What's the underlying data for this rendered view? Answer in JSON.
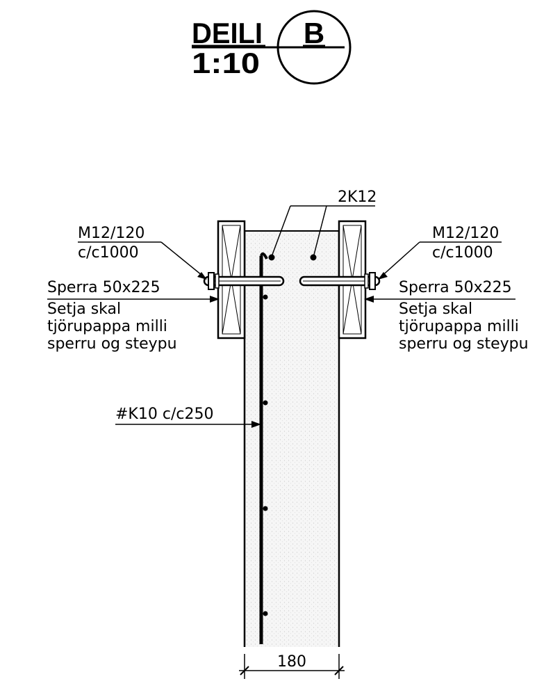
{
  "title": {
    "detail_word": "DEILI",
    "scale": "1:10",
    "detail_letter": "B"
  },
  "labels": {
    "top_rebar": "2K12",
    "bolt_left_line1": "M12/120",
    "bolt_left_line2": "c/c1000",
    "bolt_right_line1": "M12/120",
    "bolt_right_line2": "c/c1000",
    "sperra_left": [
      "Sperra 50x225",
      "Setja skal",
      "tjörupappa milli",
      "sperru og steypu"
    ],
    "sperra_right": [
      "Sperra 50x225",
      "Setja skal",
      "tjörupappa milli",
      "sperru og steypu"
    ],
    "mesh": "#K10 c/c250",
    "dimension": "180"
  }
}
